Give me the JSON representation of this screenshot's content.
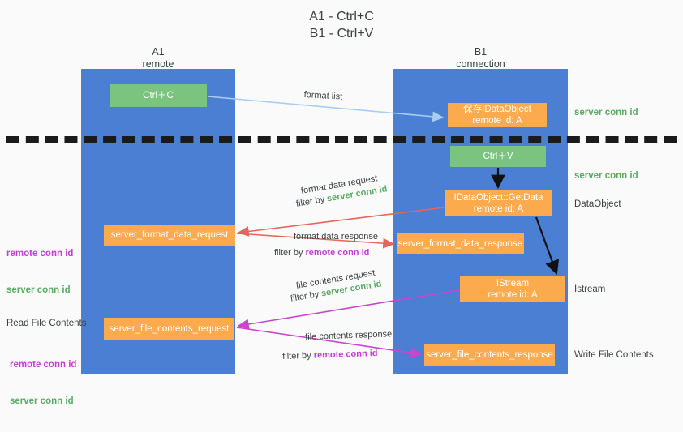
{
  "title": "A1 - Ctrl+C\nB1 - Ctrl+V",
  "columns": {
    "left": {
      "name": "A1",
      "sub": "remote",
      "label": "A1\nremote"
    },
    "right": {
      "name": "B1",
      "sub": "connection",
      "label": "B1\nconnection"
    }
  },
  "boxes": {
    "ctrl_c": "Ctrl＋C",
    "ctrl_v": "Ctrl＋V",
    "idataobject": "保存IDataObject\nremote id: A",
    "getdata": "IDataObject::GetData\nremote id: A",
    "istream": "IStream\nremote id: A",
    "server_format_data_request": "server_format_data_request",
    "server_format_data_response": "server_format_data_response",
    "server_file_contents_request": "server_file_contents_request",
    "server_file_contents_response": "server_file_contents_response"
  },
  "annotations": {
    "server_conn_id": "server conn id",
    "remote_conn_id": "remote conn id",
    "data_object": "DataObject",
    "istream": "Istream",
    "write_file_contents": "Write File Contents",
    "read_file_contents": "Read File Contents"
  },
  "arrow_labels": {
    "format_list": "format list",
    "format_data_request": "format data request",
    "format_data_request_filter_prefix": "filter by ",
    "format_data_request_filter_value": "server conn id",
    "format_data_response": "format data response",
    "format_data_response_filter_prefix": "filter by ",
    "format_data_response_filter_value": "remote conn id",
    "file_contents_request": "file contents request",
    "file_contents_request_filter_prefix": "filter by ",
    "file_contents_request_filter_value": "server conn id",
    "file_contents_response": "file contents response",
    "file_contents_response_filter_prefix": "filter by ",
    "file_contents_response_filter_value": "remote conn id"
  },
  "colors": {
    "lane": "#4a7fd4",
    "green_box": "#7ac47f",
    "orange_box": "#fbab4e",
    "green_text": "#5aaa64",
    "purple_text": "#c03fd0",
    "red_arrow": "#e8645a",
    "magenta_arrow": "#cc44cc",
    "light_blue_arrow": "#a8cdf0",
    "black_arrow": "#000000",
    "background": "#fafafa"
  }
}
